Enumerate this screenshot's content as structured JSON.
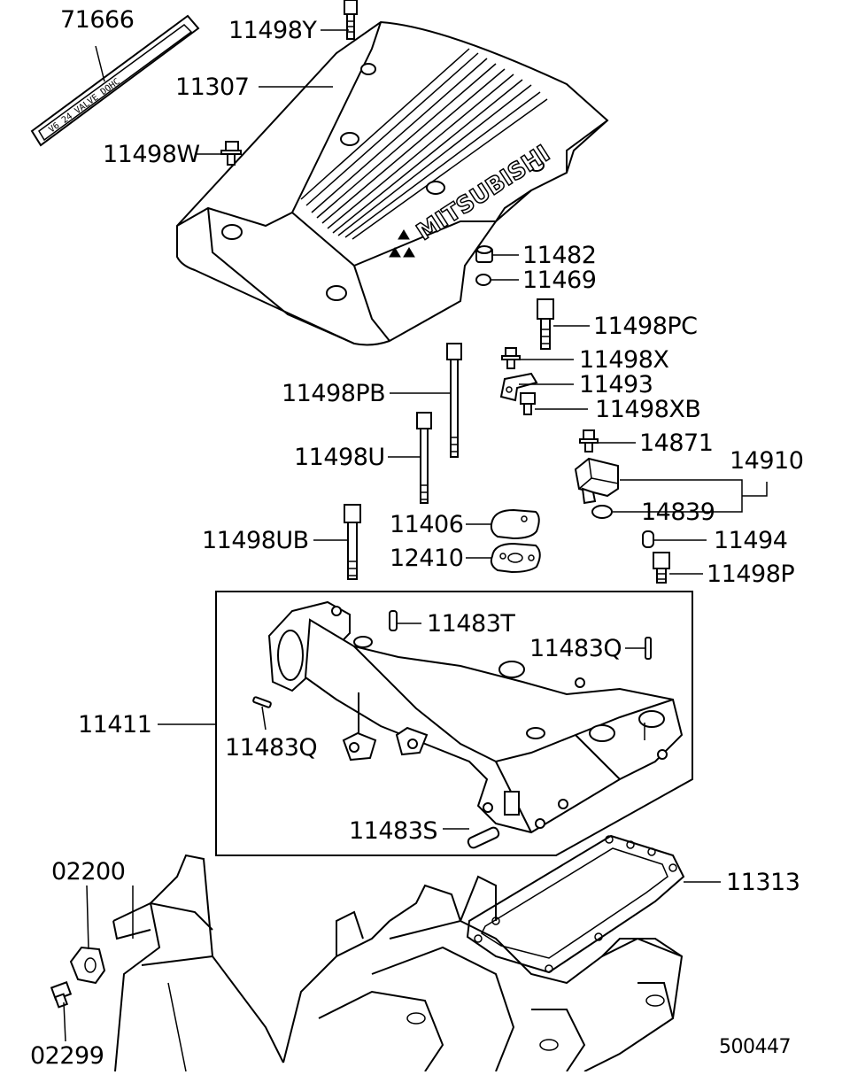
{
  "diagram": {
    "parts": {
      "p71666": "71666",
      "p11498Y": "11498Y",
      "p11307": "11307",
      "p11498W": "11498W",
      "p11482": "11482",
      "p11469": "11469",
      "p11498PC": "11498PC",
      "p11498X": "11498X",
      "p11493": "11493",
      "p11498PB": "11498PB",
      "p11498XB": "11498XB",
      "p14871": "14871",
      "p14910": "14910",
      "p11498U": "11498U",
      "p14839": "14839",
      "p11406": "11406",
      "p11494": "11494",
      "p11498UB": "11498UB",
      "p12410": "12410",
      "p11498P": "11498P",
      "p11483T": "11483T",
      "p11483Q_right": "11483Q",
      "p11411": "11411",
      "p11483Q_left": "11483Q",
      "p11483S": "11483S",
      "p02200": "02200",
      "p11313": "11313",
      "p02299": "02299"
    },
    "cover_brand": "MITSUBISHI",
    "emblem_text": "V6 24 VALVE DOHC",
    "code": "500447"
  }
}
